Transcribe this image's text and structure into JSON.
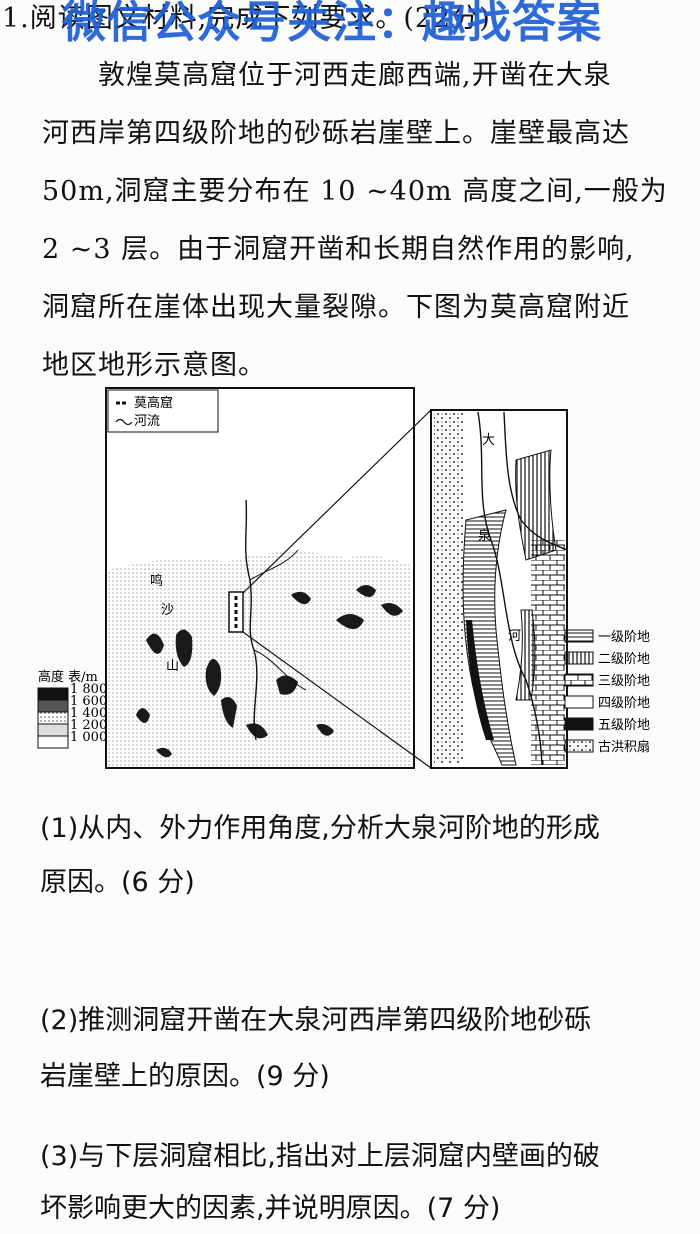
{
  "question": {
    "number_title": "1.阅读图文材料,完成下列要求。(22分)",
    "watermark": "微信公众号关注：趣找答案",
    "paragraph_lines": [
      "敦煌莫高窟位于河西走廊西端,开凿在大泉",
      "河西岸第四级阶地的砂砾岩崖壁上。崖壁最高达",
      "50m,洞窟主要分布在 10 ~40m 高度之间,一般为",
      "2 ~3 层。由于洞窟开凿和长期自然作用的影响,",
      "洞窟所在崖体出现大量裂隙。下图为莫高窟附近",
      "地区地形示意图。"
    ]
  },
  "figure": {
    "map_legend": [
      "莫高窟",
      "河流"
    ],
    "map_labels": [
      "鸣",
      "沙",
      "山"
    ],
    "elevation_title": "高度 表/m",
    "elevation_levels": [
      "1 800",
      "1 600",
      "1 400",
      "1 200",
      "1 000"
    ],
    "detail_labels": [
      "大",
      "泉",
      "河"
    ],
    "terrace_legend": [
      "一级阶地",
      "二级阶地",
      "三级阶地",
      "四级阶地",
      "五级阶地",
      "古洪积扇"
    ]
  },
  "subquestions": [
    [
      "(1)从内、外力作用角度,分析大泉河阶地的形成",
      "原因。(6 分)"
    ],
    [
      "(2)推测洞窟开凿在大泉河西岸第四级阶地砂砾",
      "岩崖壁上的原因。(9 分)"
    ],
    [
      "(3)与下层洞窟相比,指出对上层洞窟内壁画的破",
      "坏影响更大的因素,并说明原因。(7 分)"
    ]
  ]
}
